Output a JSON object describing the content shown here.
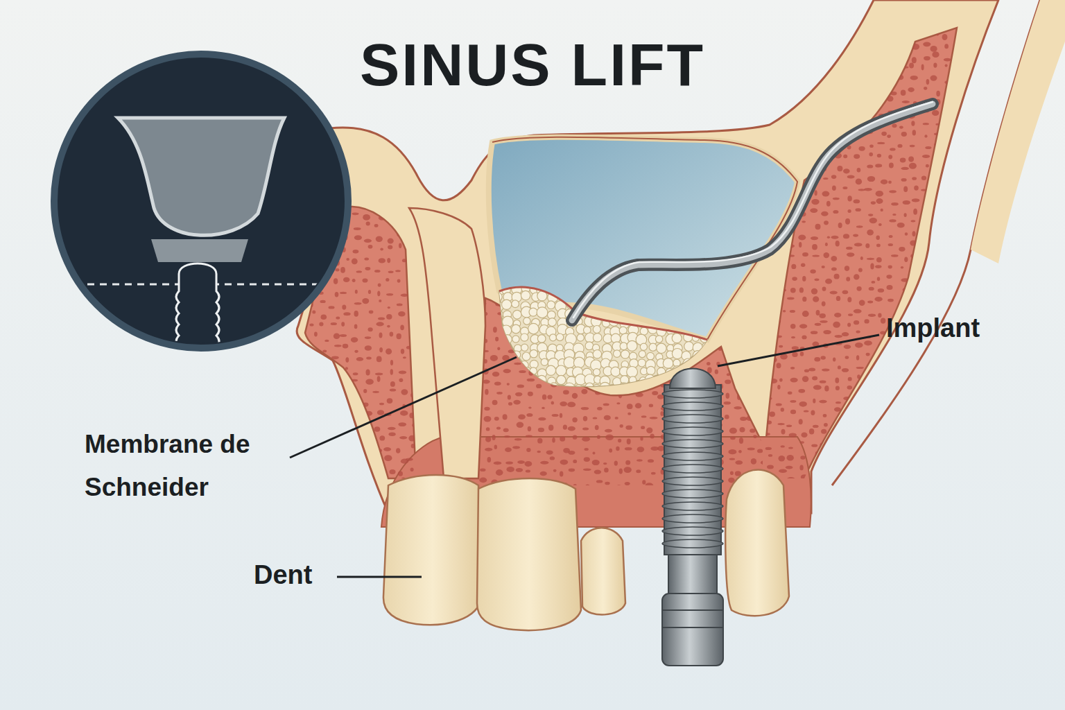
{
  "diagram": {
    "title": "SINUS LIFT",
    "labels": [
      "Implant",
      "Membrane de Schneider",
      "Dent"
    ]
  }
}
